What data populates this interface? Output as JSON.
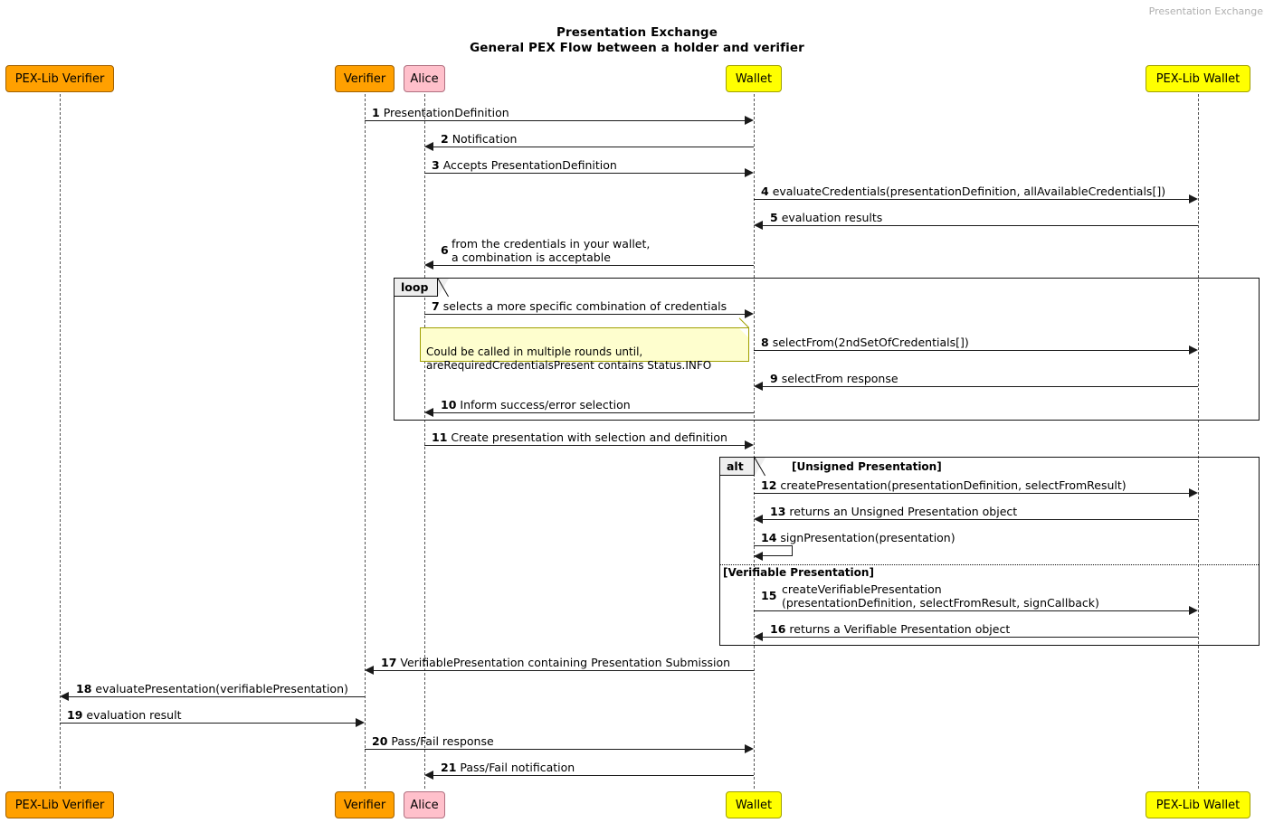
{
  "watermark": "Presentation Exchange",
  "title": {
    "line1": "Presentation Exchange",
    "line2": "General PEX Flow between a holder and verifier"
  },
  "colors": {
    "participant_orange": "#FFA000",
    "participant_pink": "#FFC0CB",
    "participant_yellow": "#FFFF00",
    "note_background": "#FEFECE",
    "fragment_tab": "#EEEEEE",
    "line": "#1a1a1a"
  },
  "participants": [
    {
      "id": "pexlib-verifier",
      "label": "PEX-Lib Verifier",
      "color": "orange"
    },
    {
      "id": "verifier",
      "label": "Verifier",
      "color": "orange"
    },
    {
      "id": "alice",
      "label": "Alice",
      "color": "pink"
    },
    {
      "id": "wallet",
      "label": "Wallet",
      "color": "yellow"
    },
    {
      "id": "pexlib-wallet",
      "label": "PEX-Lib Wallet",
      "color": "yellow"
    }
  ],
  "fragments": [
    {
      "id": "loop",
      "tab": "loop",
      "label": ""
    },
    {
      "id": "alt",
      "tab": "alt",
      "label": "[Unsigned Presentation]",
      "else_label": "[Verifiable Presentation]"
    }
  ],
  "notes": [
    {
      "id": "note-rounds",
      "text": "Could be called in multiple rounds until,\nareRequiredCredentialsPresent contains Status.INFO"
    }
  ],
  "messages": [
    {
      "seq": "1",
      "text": "PresentationDefinition",
      "from": "verifier",
      "to": "wallet",
      "dir": "right"
    },
    {
      "seq": "2",
      "text": "Notification",
      "from": "wallet",
      "to": "alice",
      "dir": "left"
    },
    {
      "seq": "3",
      "text": "Accepts PresentationDefinition",
      "from": "alice",
      "to": "wallet",
      "dir": "right"
    },
    {
      "seq": "4",
      "text": "evaluateCredentials(presentationDefinition, allAvailableCredentials[])",
      "from": "wallet",
      "to": "pexlib-wallet",
      "dir": "right"
    },
    {
      "seq": "5",
      "text": "evaluation results",
      "from": "pexlib-wallet",
      "to": "wallet",
      "dir": "left"
    },
    {
      "seq": "6",
      "text": "from the credentials in your wallet,\na combination is acceptable",
      "from": "wallet",
      "to": "alice",
      "dir": "left"
    },
    {
      "seq": "7",
      "text": "selects a more specific combination of credentials",
      "from": "alice",
      "to": "wallet",
      "dir": "right"
    },
    {
      "seq": "8",
      "text": "selectFrom(2ndSetOfCredentials[])",
      "from": "wallet",
      "to": "pexlib-wallet",
      "dir": "right"
    },
    {
      "seq": "9",
      "text": "selectFrom response",
      "from": "pexlib-wallet",
      "to": "wallet",
      "dir": "left"
    },
    {
      "seq": "10",
      "text": "Inform success/error selection",
      "from": "wallet",
      "to": "alice",
      "dir": "left"
    },
    {
      "seq": "11",
      "text": "Create presentation with selection and definition",
      "from": "alice",
      "to": "wallet",
      "dir": "right"
    },
    {
      "seq": "12",
      "text": "createPresentation(presentationDefinition, selectFromResult)",
      "from": "wallet",
      "to": "pexlib-wallet",
      "dir": "right"
    },
    {
      "seq": "13",
      "text": "returns an Unsigned Presentation object",
      "from": "pexlib-wallet",
      "to": "wallet",
      "dir": "left"
    },
    {
      "seq": "14",
      "text": "signPresentation(presentation)",
      "from": "wallet",
      "to": "wallet",
      "dir": "self"
    },
    {
      "seq": "15",
      "text": "createVerifiablePresentation\n(presentationDefinition, selectFromResult, signCallback)",
      "from": "wallet",
      "to": "pexlib-wallet",
      "dir": "right"
    },
    {
      "seq": "16",
      "text": "returns a Verifiable Presentation object",
      "from": "pexlib-wallet",
      "to": "wallet",
      "dir": "left"
    },
    {
      "seq": "17",
      "text": "VerifiablePresentation containing Presentation Submission",
      "from": "wallet",
      "to": "verifier",
      "dir": "left"
    },
    {
      "seq": "18",
      "text": "evaluatePresentation(verifiablePresentation)",
      "from": "verifier",
      "to": "pexlib-verifier",
      "dir": "left"
    },
    {
      "seq": "19",
      "text": "evaluation result",
      "from": "pexlib-verifier",
      "to": "verifier",
      "dir": "right"
    },
    {
      "seq": "20",
      "text": "Pass/Fail response",
      "from": "verifier",
      "to": "wallet",
      "dir": "right"
    },
    {
      "seq": "21",
      "text": "Pass/Fail notification",
      "from": "wallet",
      "to": "alice",
      "dir": "left"
    }
  ]
}
